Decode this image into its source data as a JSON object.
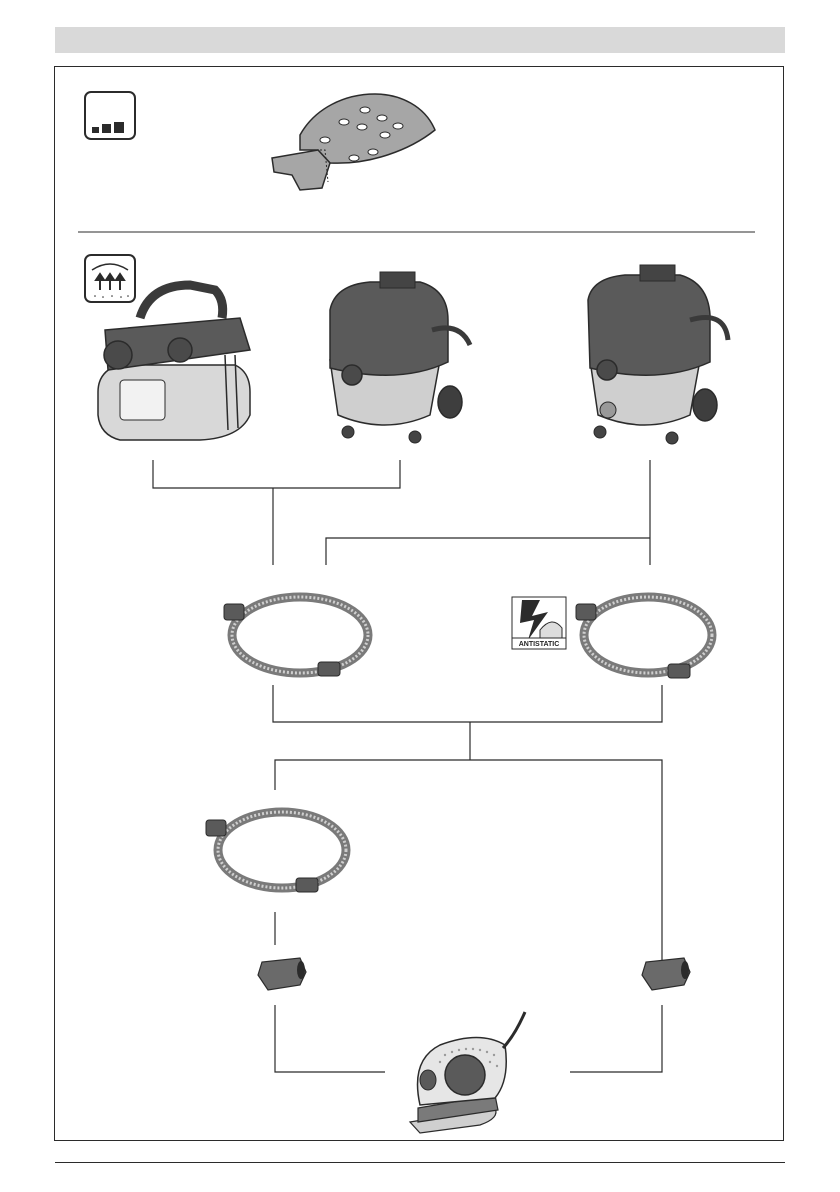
{
  "antistatic_badge": {
    "label": "ANTISTATIC"
  },
  "icons": {
    "dust_bag_icon": "dust-collection-symbol",
    "extraction_icon": "dust-extraction-symbol"
  },
  "illustration_colors": {
    "line": "#2b2b2b",
    "vacuum_body": "#5a5a5a",
    "vacuum_tank": "#cfcfcf",
    "hose": "#7a7a7a",
    "sanding_sheet": "#a6a6a6"
  }
}
